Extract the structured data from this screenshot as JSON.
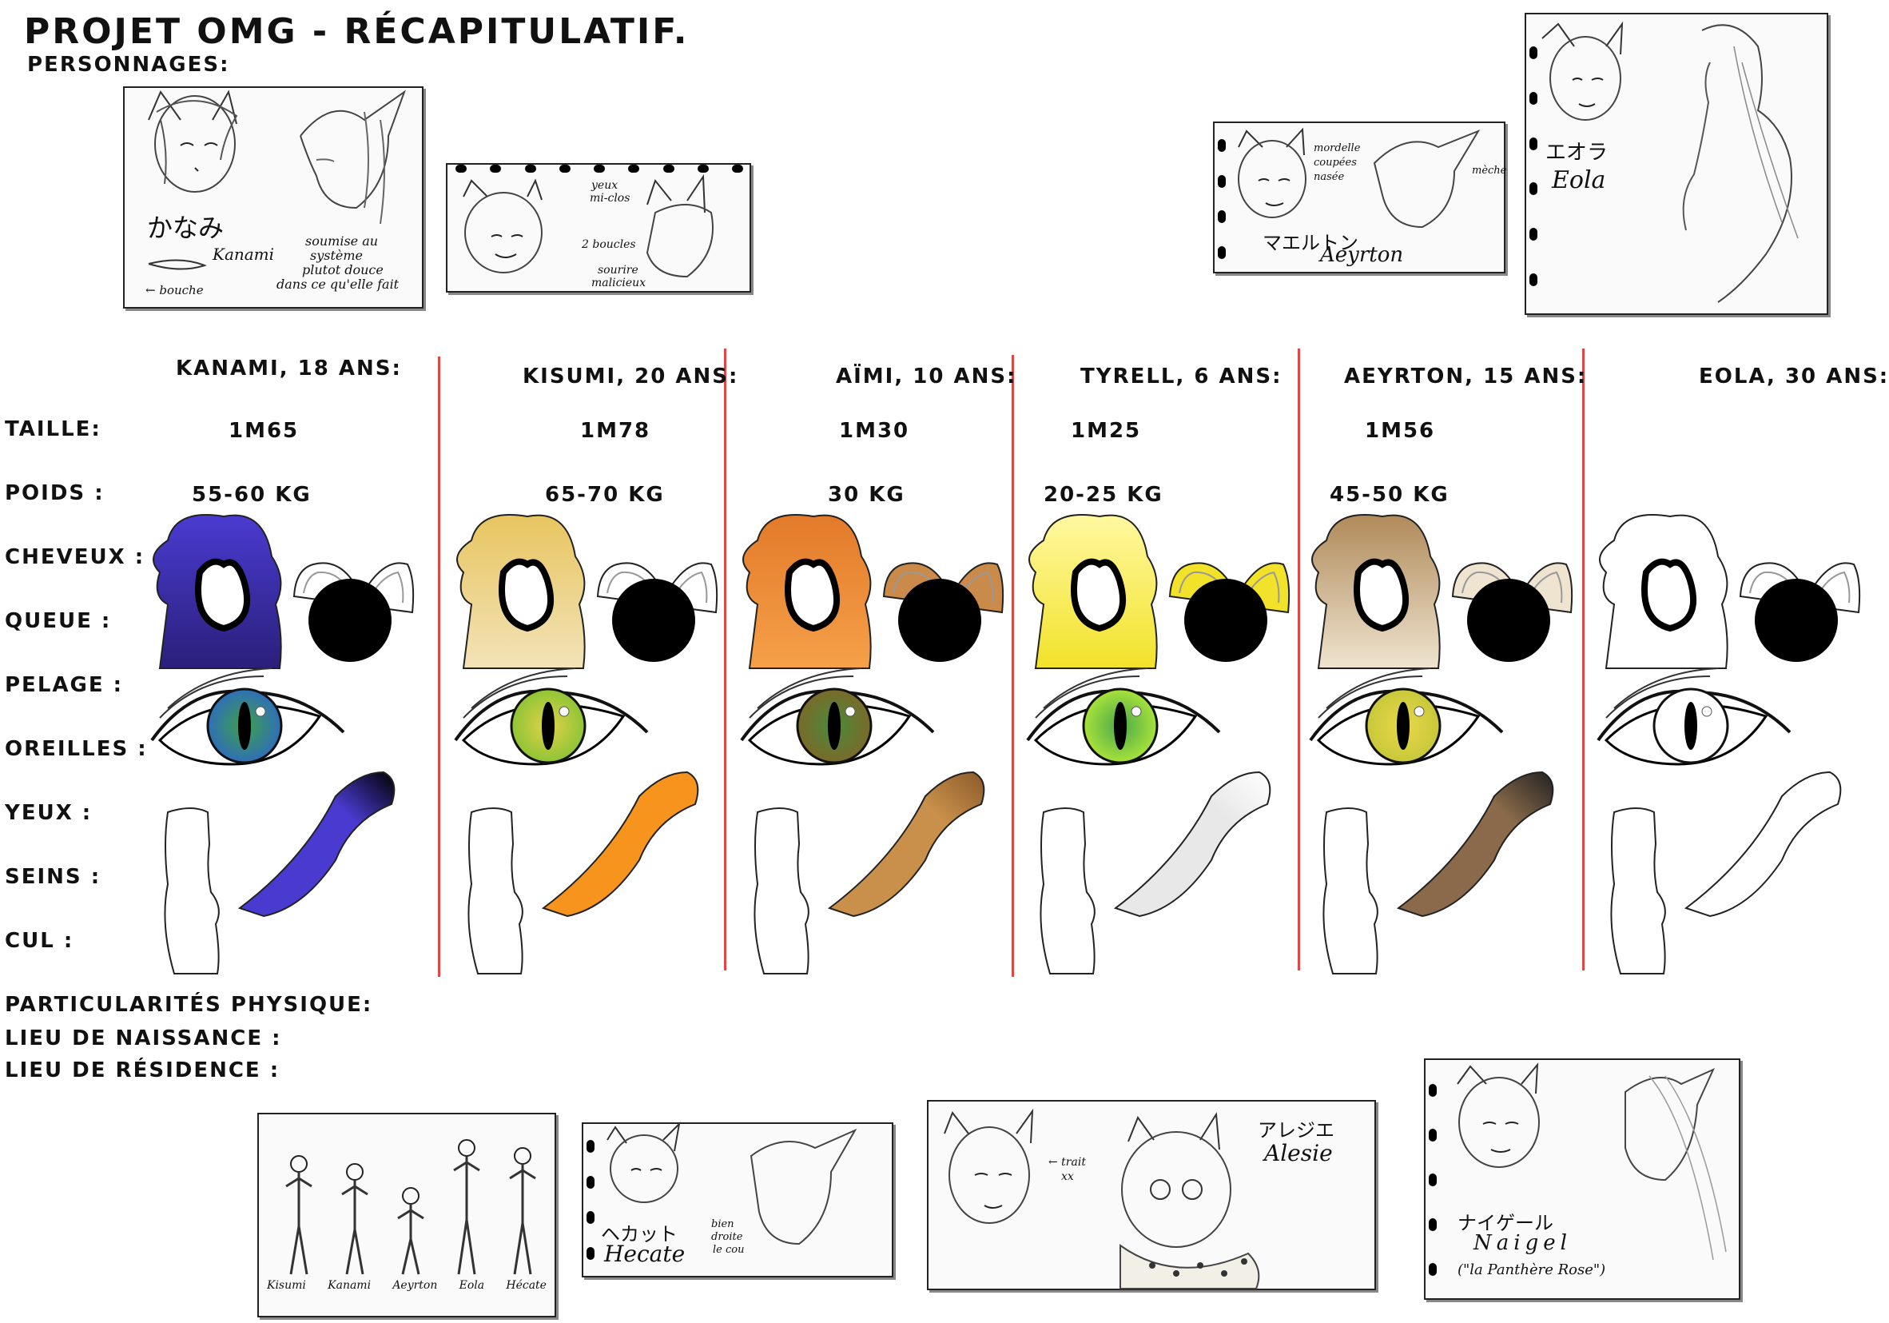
{
  "header": {
    "title": "Projet OMG - Récapitulatif.",
    "subtitle": "Personnages:"
  },
  "row_labels": {
    "taille": "Taille:",
    "poids": "Poids :",
    "cheveux": "Cheveux :",
    "queue": "Queue :",
    "pelage": "Pelage :",
    "oreilles": "Oreilles :",
    "yeux": "Yeux :",
    "seins": "Seins :",
    "cul": "Cul :"
  },
  "footer_labels": {
    "particularites": "Particularités physique:",
    "naissance": "Lieu de naissance :",
    "residence": "Lieu de résidence :"
  },
  "characters": [
    {
      "header": "Kanami, 18 ans:",
      "taille": "1m65",
      "poids": "55-60 kg",
      "colors": {
        "hair": "#2a1f7a",
        "hair_top": "#4a3bd0",
        "ear": "#ffffff",
        "iris": "#2f6fb8",
        "iris_inner": "#3fa04a",
        "tail": "#4a3bd0",
        "tail_tip": "#000000"
      }
    },
    {
      "header": "Kisumi, 20 ans:",
      "taille": "1m78",
      "poids": "65-70 kg",
      "colors": {
        "hair": "#f2e3b8",
        "hair_top": "#e8c560",
        "ear": "#ffffff",
        "iris": "#8ec436",
        "iris_inner": "#e3d24a",
        "tail": "#f7941d",
        "tail_tip": "#f7941d"
      }
    },
    {
      "header": "Aïmi, 10 ans:",
      "taille": "1m30",
      "poids": "30 kg",
      "colors": {
        "hair": "#f6a04a",
        "hair_top": "#e27a2a",
        "ear": "#c98a4a",
        "iris": "#7a6a2a",
        "iris_inner": "#4a8a3a",
        "tail": "#c8904a",
        "tail_tip": "#8a5a2a"
      }
    },
    {
      "header": "Tyrell, 6 ans:",
      "taille": "1m25",
      "poids": "20-25 kg",
      "colors": {
        "hair": "#f2e22a",
        "hair_top": "#fff8a0",
        "ear": "#f2e22a",
        "iris": "#a8e23a",
        "iris_inner": "#4aa84a",
        "tail": "#e8e8e8",
        "tail_tip": "#ffffff"
      }
    },
    {
      "header": "Aeyrton, 15 ans:",
      "taille": "1m56",
      "poids": "45-50 kg",
      "colors": {
        "hair": "#efe4d0",
        "hair_top": "#b08a5a",
        "ear": "#efe4d0",
        "iris": "#c8c83a",
        "iris_inner": "#e8d84a",
        "tail": "#8a6a4a",
        "tail_tip": "#222222"
      }
    },
    {
      "header": "Eola, 30 ans:",
      "taille": "",
      "poids": "",
      "colors": {
        "hair": "#ffffff",
        "hair_top": "#ffffff",
        "ear": "#ffffff",
        "iris": "#ffffff",
        "iris_inner": "#ffffff",
        "tail": "#ffffff",
        "tail_tip": "#ffffff"
      }
    }
  ],
  "sketches": {
    "kanami": {
      "kana": "かなみ",
      "name": "Kanami",
      "note1": "soumise au",
      "note2": "système",
      "note3": "plutot douce",
      "note4": "dans ce qu'elle fait",
      "note5": "← bouche"
    },
    "kisumi": {
      "note1": "yeux",
      "note2": "mi-clos",
      "note3": "2 boucles",
      "note4": "sourire",
      "note5": "malicieux"
    },
    "aeyrton": {
      "kana": "マエルトン",
      "name": "Aeyrton",
      "note1": "mordelle",
      "note2": "coupées",
      "note3": "nasée",
      "note4": "mèche"
    },
    "eola": {
      "kana": "エオラ",
      "name": "Eola"
    },
    "lineup": {
      "names": [
        "Kisumi",
        "Kanami",
        "Aeyrton",
        "Eola",
        "Hécate"
      ]
    },
    "hecate": {
      "kana": "ヘカット",
      "name": "Hecate",
      "note1": "bien",
      "note2": "droite",
      "note3": "le cou"
    },
    "alesie": {
      "kana": "アレジエ",
      "name": "Alesie",
      "note1": "← trait",
      "note2": "xx"
    },
    "naigel": {
      "kana": "ナイゲール",
      "name": "Naigel",
      "note1": "(\"la Panthère Rose\")"
    }
  }
}
